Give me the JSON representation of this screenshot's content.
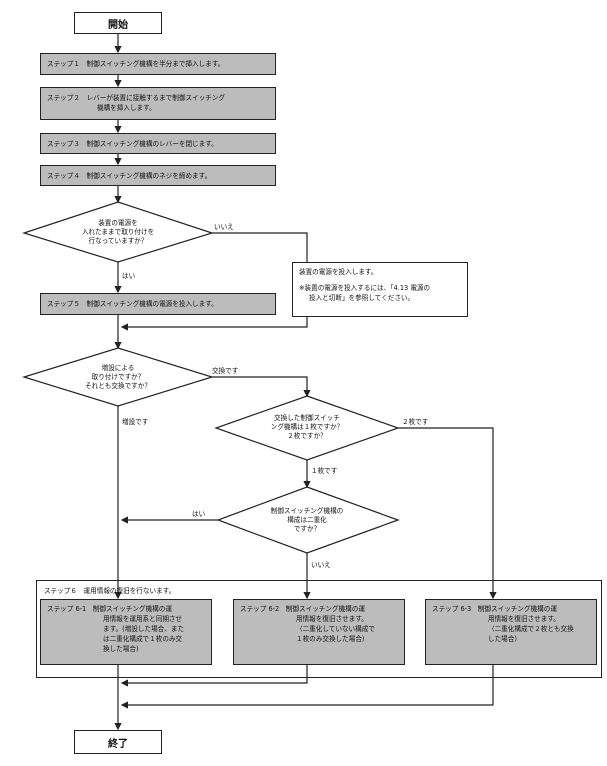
{
  "start": "開始",
  "end": "終了",
  "steps": {
    "s1": "ステップ１　制御スイッチング機構を半分まで挿入します。",
    "s2_line1": "ステップ２　レバーが装置に接触するまで制御スイッチング",
    "s2_line2": "機構を挿入します。",
    "s3": "ステップ３　制御スイッチング機構のレバーを閉じます。",
    "s4": "ステップ４　制御スイッチング機構のネジを締めます。",
    "s5": "ステップ５　制御スイッチング機構の電源を投入します。"
  },
  "decisions": {
    "d1": [
      "装置の電源を",
      "入れたままで取り付けを",
      "行なっていますか？"
    ],
    "d2": [
      "増設による",
      "取り付けですか？",
      "それとも交換ですか？"
    ],
    "d3": [
      "交換した制御スイッチ",
      "ング機構は１枚ですか？",
      "２枚ですか？"
    ],
    "d4": [
      "制御スイッチング機構の",
      "構成は二重化",
      "ですか？"
    ]
  },
  "branches": {
    "d1_no": "いいえ",
    "d1_yes": "はい",
    "d2_replace": "交換です",
    "d2_add": "増設です",
    "d3_two": "２枚です",
    "d3_one": "１枚です",
    "d4_yes": "はい",
    "d4_no": "いいえ"
  },
  "power_note": {
    "line1": "装置の電源を投入します。",
    "line2": "※装置の電源を投入するには、「4.13 電源の",
    "line3": "投入と切断」を参照してください。"
  },
  "step6": {
    "title": "ステップ６　運用情報の復旧を行ないます。",
    "sub1": [
      "ステップ 6-1　制御スイッチング機構の運",
      "用情報を運用系と同期させ",
      "ます。(増設した場合、また",
      "は二重化構成で１枚のみ交",
      "換した場合)"
    ],
    "sub2": [
      "ステップ 6-2　制御スイッチング機構の運",
      "用情報を復旧させます。",
      "（二重化していない構成で",
      "１枚のみ交換した場合)"
    ],
    "sub3": [
      "ステップ 6-3　制御スイッチング機構の運",
      "用情報を復旧させます。",
      "（二重化構成で２枚とも交換",
      "した場合）"
    ]
  }
}
